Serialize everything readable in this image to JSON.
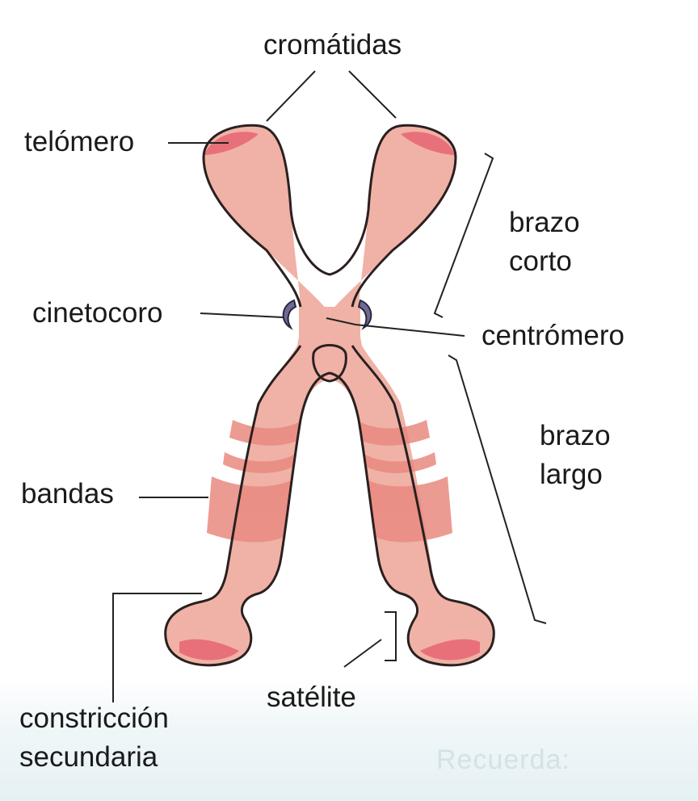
{
  "labels": {
    "cromatidas": "cromátidas",
    "telomero": "telómero",
    "brazo_corto": [
      "brazo",
      "corto"
    ],
    "cinetocoro": "cinetocoro",
    "centromero": "centrómero",
    "brazo_largo": [
      "brazo",
      "largo"
    ],
    "bandas": "bandas",
    "constriccion_secundaria": [
      "constricción",
      "secundaria"
    ],
    "satelite": "satélite"
  },
  "background_text": "Recuerda:",
  "colors": {
    "chromatid_fill": "#f0b2a6",
    "chromatid_outline": "#2a2020",
    "telomere": "#e8707a",
    "band": "#e98a80",
    "kinetochore": "#6e6a92",
    "line": "#222222",
    "text": "#1a1a1a"
  }
}
